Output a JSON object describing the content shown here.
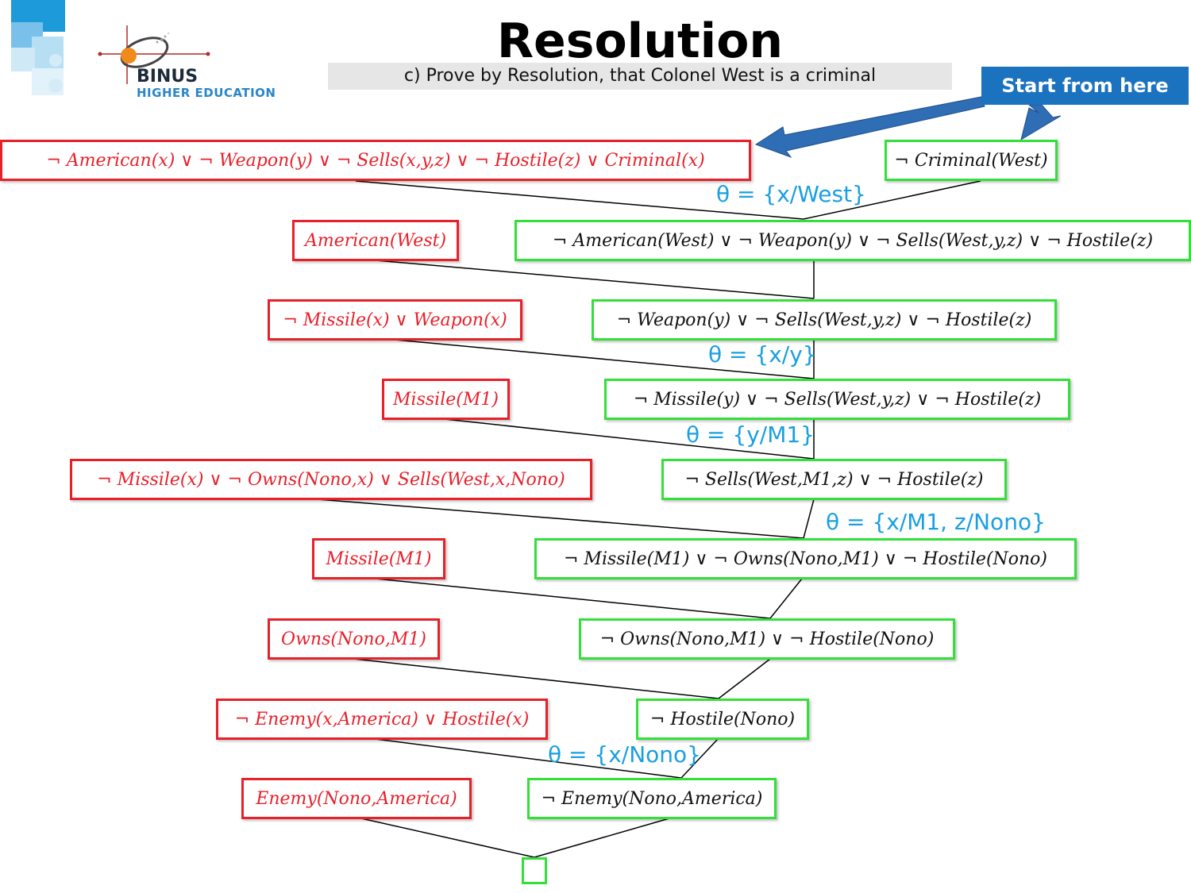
{
  "header": {
    "title": "Resolution",
    "subtitle": "c)   Prove by Resolution, that Colonel West is a criminal",
    "start_label": "Start from here"
  },
  "logo": {
    "name": "BINUS",
    "sub": "HIGHER EDUCATION"
  },
  "colors": {
    "red_clause": "#e8202a",
    "green_clause": "#33e03a",
    "theta_text": "#1a9fe0",
    "start_box": "#1b73c0",
    "arrow": "#2f6db5"
  },
  "clauses": {
    "kb": [
      "¬ American(x)   ∨ ¬ Weapon(y)   ∨ ¬ Sells(x,y,z)   ∨ ¬ Hostile(z)   ∨ Criminal(x)",
      "American(West)",
      "¬ Missile(x)   ∨ Weapon(x)",
      "Missile(M1)",
      "¬ Missile(x)   ∨ ¬ Owns(Nono,x)   ∨ Sells(West,x,Nono)",
      "Missile(M1)",
      "Owns(Nono,M1)",
      "¬ Enemy(x,America)   ∨ Hostile(x)",
      "Enemy(Nono,America)"
    ],
    "chain": [
      "¬ Criminal(West)",
      "¬ American(West)   ∨ ¬ Weapon(y)   ∨ ¬ Sells(West,y,z)   ∨ ¬ Hostile(z)",
      "¬ Weapon(y)   ∨ ¬ Sells(West,y,z)   ∨ ¬ Hostile(z)",
      "¬ Missile(y)   ∨ ¬ Sells(West,y,z)   ∨ ¬ Hostile(z)",
      "¬ Sells(West,M1,z)   ∨ ¬ Hostile(z)",
      "¬ Missile(M1)   ∨ ¬ Owns(Nono,M1)   ∨ ¬ Hostile(Nono)",
      "¬ Owns(Nono,M1)   ∨ ¬ Hostile(Nono)",
      "¬ Hostile(Nono)",
      "¬ Enemy(Nono,America)"
    ]
  },
  "substitutions": [
    "θ = {x/West}",
    "θ = {x/y}",
    "θ = {y/M1}",
    "θ = {x/M1, z/Nono}",
    "θ = {x/Nono}"
  ]
}
